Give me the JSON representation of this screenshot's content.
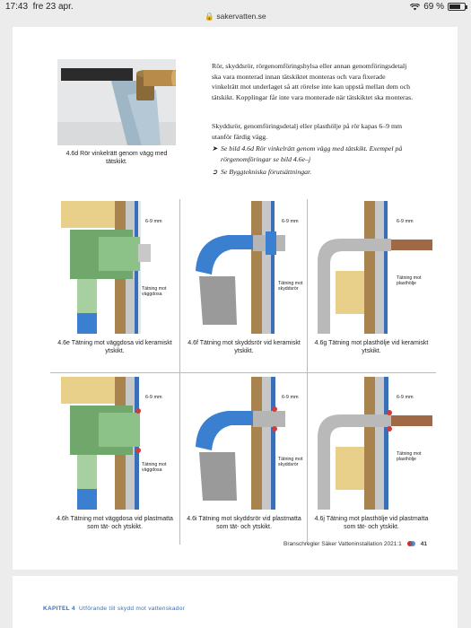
{
  "status_bar": {
    "time": "17:43",
    "date": "fre 23 apr.",
    "battery": "69 %",
    "battery_level": 0.69
  },
  "browser": {
    "url": "sakervatten.se"
  },
  "photo_caption": "4.6d Rör vinkelrätt genom vägg med tätskikt.",
  "text": {
    "p1": "Rör, skyddsrör, rörgenomföringshylsa eller annan genomföringsdetalj ska vara monterad innan tätskiktet monteras och vara fixerade vinkelrätt mot underlaget så att rörelse inte kan uppstå mellan dem och tätskikt. Kopplingar får inte vara monterade när tätskiktet ska monteras.",
    "p2": "Skyddsrör, genomföringsdetalj eller plasthölje på rör kapas 6–9 mm utanför färdig vägg.",
    "ref1": "Se bild 4.6d Rör vinkelrätt genom vägg med tätskikt. Exempel på rörgenomföringar se bild 4.6e–j",
    "ref2": "Se Byggtekniska förutsättningar."
  },
  "figures": [
    {
      "mm": "6-9 mm",
      "label": "Tätning mot väggdosa",
      "caption": "4.6e Tätning mot väggdosa vid keramiskt ytskikt."
    },
    {
      "mm": "6-9 mm",
      "label": "Tätning mot skyddsrör",
      "caption": "4.6f Tätning mot skyddsrör vid keramiskt ytskikt."
    },
    {
      "mm": "6-9 mm",
      "label": "Tätning mot plasthölje",
      "caption": "4.6g Tätning mot plasthölje vid keramiskt ytskikt."
    },
    {
      "mm": "6-9 mm",
      "label": "Tätning mot väggdosa",
      "caption": "4.6h Tätning mot väggdosa vid plastmatta som tät- och ytskikt."
    },
    {
      "mm": "6-9 mm",
      "label": "Tätning mot skyddsrör",
      "caption": "4.6i Tätning mot skyddsrör vid plastmatta som tät- och ytskikt."
    },
    {
      "mm": "6-9 mm",
      "label": "Tätning mot plasthölje",
      "caption": "4.6j Tätning mot plasthölje vid plastmatta som tät- och ytskikt."
    }
  ],
  "footer": {
    "title": "Branschregler Säker Vatteninstallation 2021:1",
    "page": "41"
  },
  "next_page": {
    "chapter": "KAPITEL 4",
    "title": "Utförande till skydd mot vattenskador"
  }
}
